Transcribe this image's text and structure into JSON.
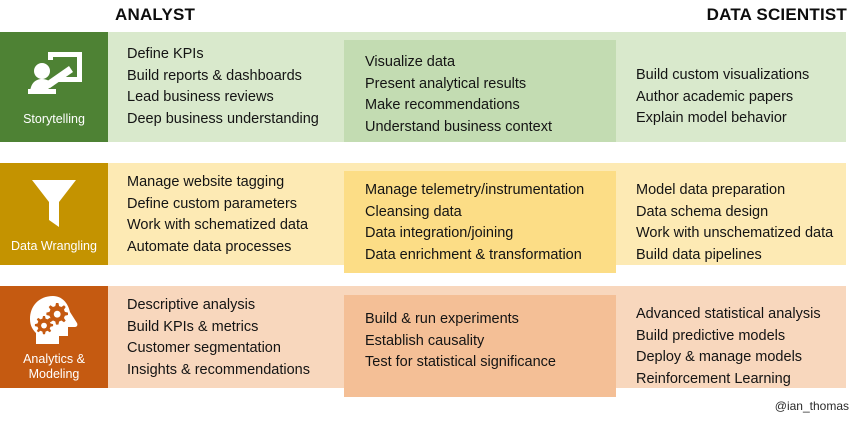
{
  "headers": {
    "analyst": "ANALYST",
    "data_scientist": "DATA SCIENTIST"
  },
  "credit": "@ian_thomas",
  "colors": {
    "storytelling_dark": "#4e8234",
    "storytelling_mid": "#c3dcb2",
    "storytelling_light": "#d9e9cc",
    "wrangling_dark": "#c49300",
    "wrangling_mid": "#fcdd86",
    "wrangling_light": "#fdeab4",
    "analytics_dark": "#c55a11",
    "analytics_mid": "#f4bf96",
    "analytics_light": "#f8d7bd",
    "header_text": "#0d0d0d",
    "body_text": "#141414",
    "icon_label_text": "#ffffff"
  },
  "rows": [
    {
      "id": "storytelling",
      "label": "Storytelling",
      "icon": "presenter-board-icon",
      "analyst_items": [
        "Define KPIs",
        "Build reports & dashboards",
        "Lead business reviews",
        "Deep business understanding"
      ],
      "shared_items": [
        "Visualize data",
        "Present analytical results",
        "Make recommendations",
        "Understand business context"
      ],
      "data_scientist_items": [
        "Build custom visualizations",
        "Author academic papers",
        "Explain model behavior"
      ]
    },
    {
      "id": "data-wrangling",
      "label": "Data Wrangling",
      "icon": "funnel-icon",
      "analyst_items": [
        "Manage website tagging",
        "Define custom parameters",
        "Work with schematized data",
        "Automate data processes"
      ],
      "shared_items": [
        "Manage telemetry/instrumentation",
        "Cleansing data",
        "Data integration/joining",
        "Data enrichment & transformation"
      ],
      "data_scientist_items": [
        "Model data preparation",
        "Data schema design",
        "Work with unschematized data",
        "Build data pipelines"
      ]
    },
    {
      "id": "analytics-modeling",
      "label": "Analytics & Modeling",
      "icon": "head-with-gears-icon",
      "analyst_items": [
        "Descriptive analysis",
        "Build KPIs & metrics",
        "Customer segmentation",
        "Insights & recommendations"
      ],
      "shared_items": [
        "Build & run experiments",
        "Establish causality",
        "Test for statistical significance"
      ],
      "data_scientist_items": [
        "Advanced statistical analysis",
        "Build predictive models",
        "Deploy & manage models",
        "Reinforcement Learning"
      ]
    }
  ]
}
